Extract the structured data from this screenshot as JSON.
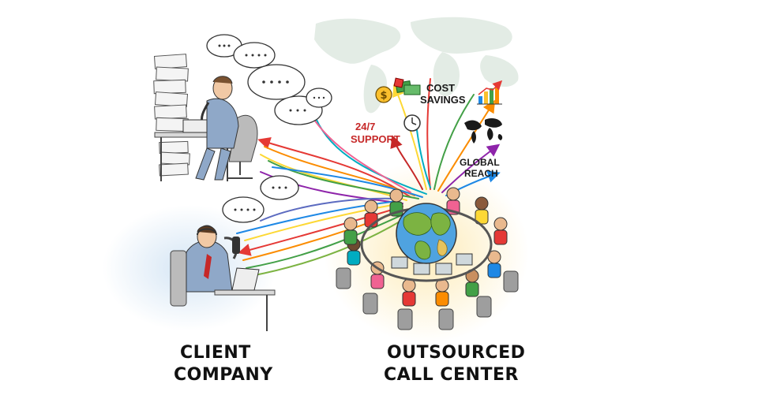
{
  "labels": {
    "client_line1": "CLIENT",
    "client_line2": "COMPANY",
    "center_line1": "OUTSOURCED",
    "center_line2": "CALL CENTER",
    "cost_line1": "COST",
    "cost_line2": "SAVINGS",
    "support_line1": "24/7",
    "support_line2": "SUPPORT",
    "reach_line1": "GLOBAL",
    "reach_line2": "REACH"
  },
  "colors": {
    "streams": [
      "#e53935",
      "#fb8c00",
      "#fdd835",
      "#43a047",
      "#1e88e5",
      "#8e24aa",
      "#00acc1",
      "#f06292",
      "#7cb342",
      "#5c6bc0"
    ],
    "support_text": "#c62828",
    "globe_ocean": "#4fa3e0",
    "globe_land": "#7cb342",
    "suit": "#8fa8c8",
    "map_tint": "#dfe9e1"
  },
  "icons": {
    "dollar": "dollar-coin-icon",
    "cash": "cash-stack-icon",
    "clock": "clock-icon",
    "bars": "bar-chart-icon",
    "world": "world-map-icon",
    "speech": "speech-bubble-icon",
    "phone": "telephone-icon",
    "laptop": "laptop-icon",
    "globe": "globe-icon"
  }
}
